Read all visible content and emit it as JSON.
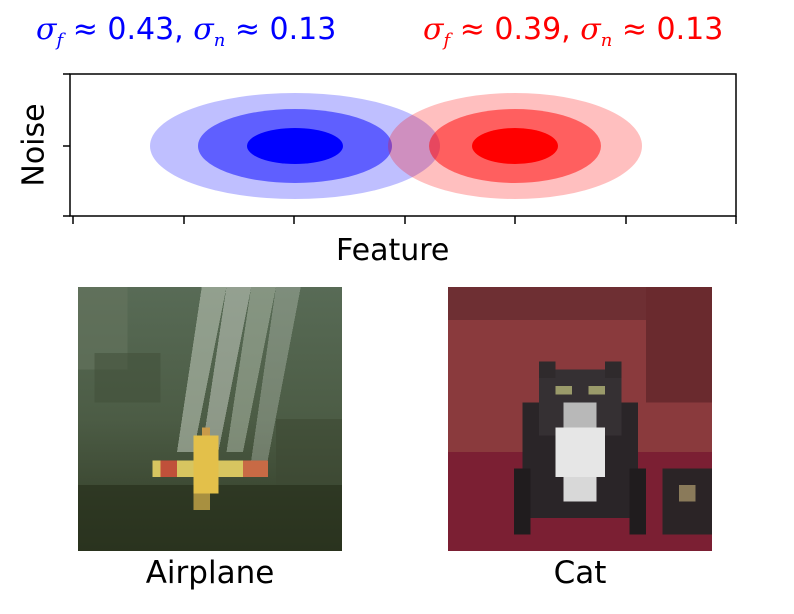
{
  "titles": {
    "left": {
      "sigma_f": "0.43",
      "sigma_n": "0.13",
      "color": "#0000ff"
    },
    "right": {
      "sigma_f": "0.39",
      "sigma_n": "0.13",
      "color": "#ff0000"
    }
  },
  "axes": {
    "xlabel": "Feature",
    "ylabel": "Noise"
  },
  "images": [
    {
      "caption": "Airplane"
    },
    {
      "caption": "Cat"
    }
  ],
  "colors": {
    "blue": "#0000ff",
    "red": "#ff0000"
  }
}
